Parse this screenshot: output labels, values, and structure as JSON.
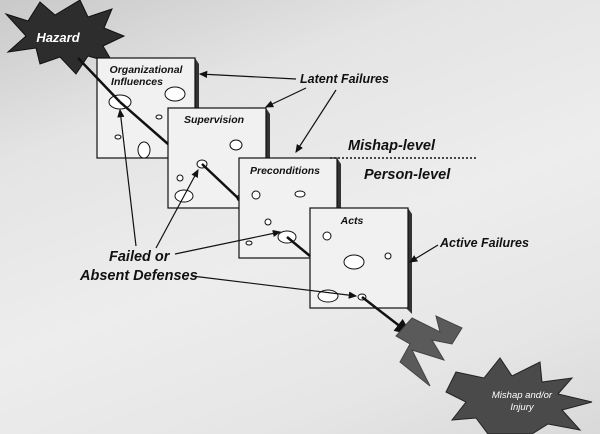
{
  "hazard_label": "Hazard",
  "outcome_label_line1": "Mishap and/or",
  "outcome_label_line2": "Injury",
  "layers": {
    "organizational_line1": "Organizational",
    "organizational_line2": "Influences",
    "supervision": "Supervision",
    "preconditions": "Preconditions",
    "acts": "Acts"
  },
  "callouts": {
    "latent_failures": "Latent Failures",
    "active_failures": "Active Failures",
    "mishap_level": "Mishap-level",
    "person_level": "Person-level",
    "defenses_line1": "Failed or",
    "defenses_line2": "Absent Defenses"
  }
}
